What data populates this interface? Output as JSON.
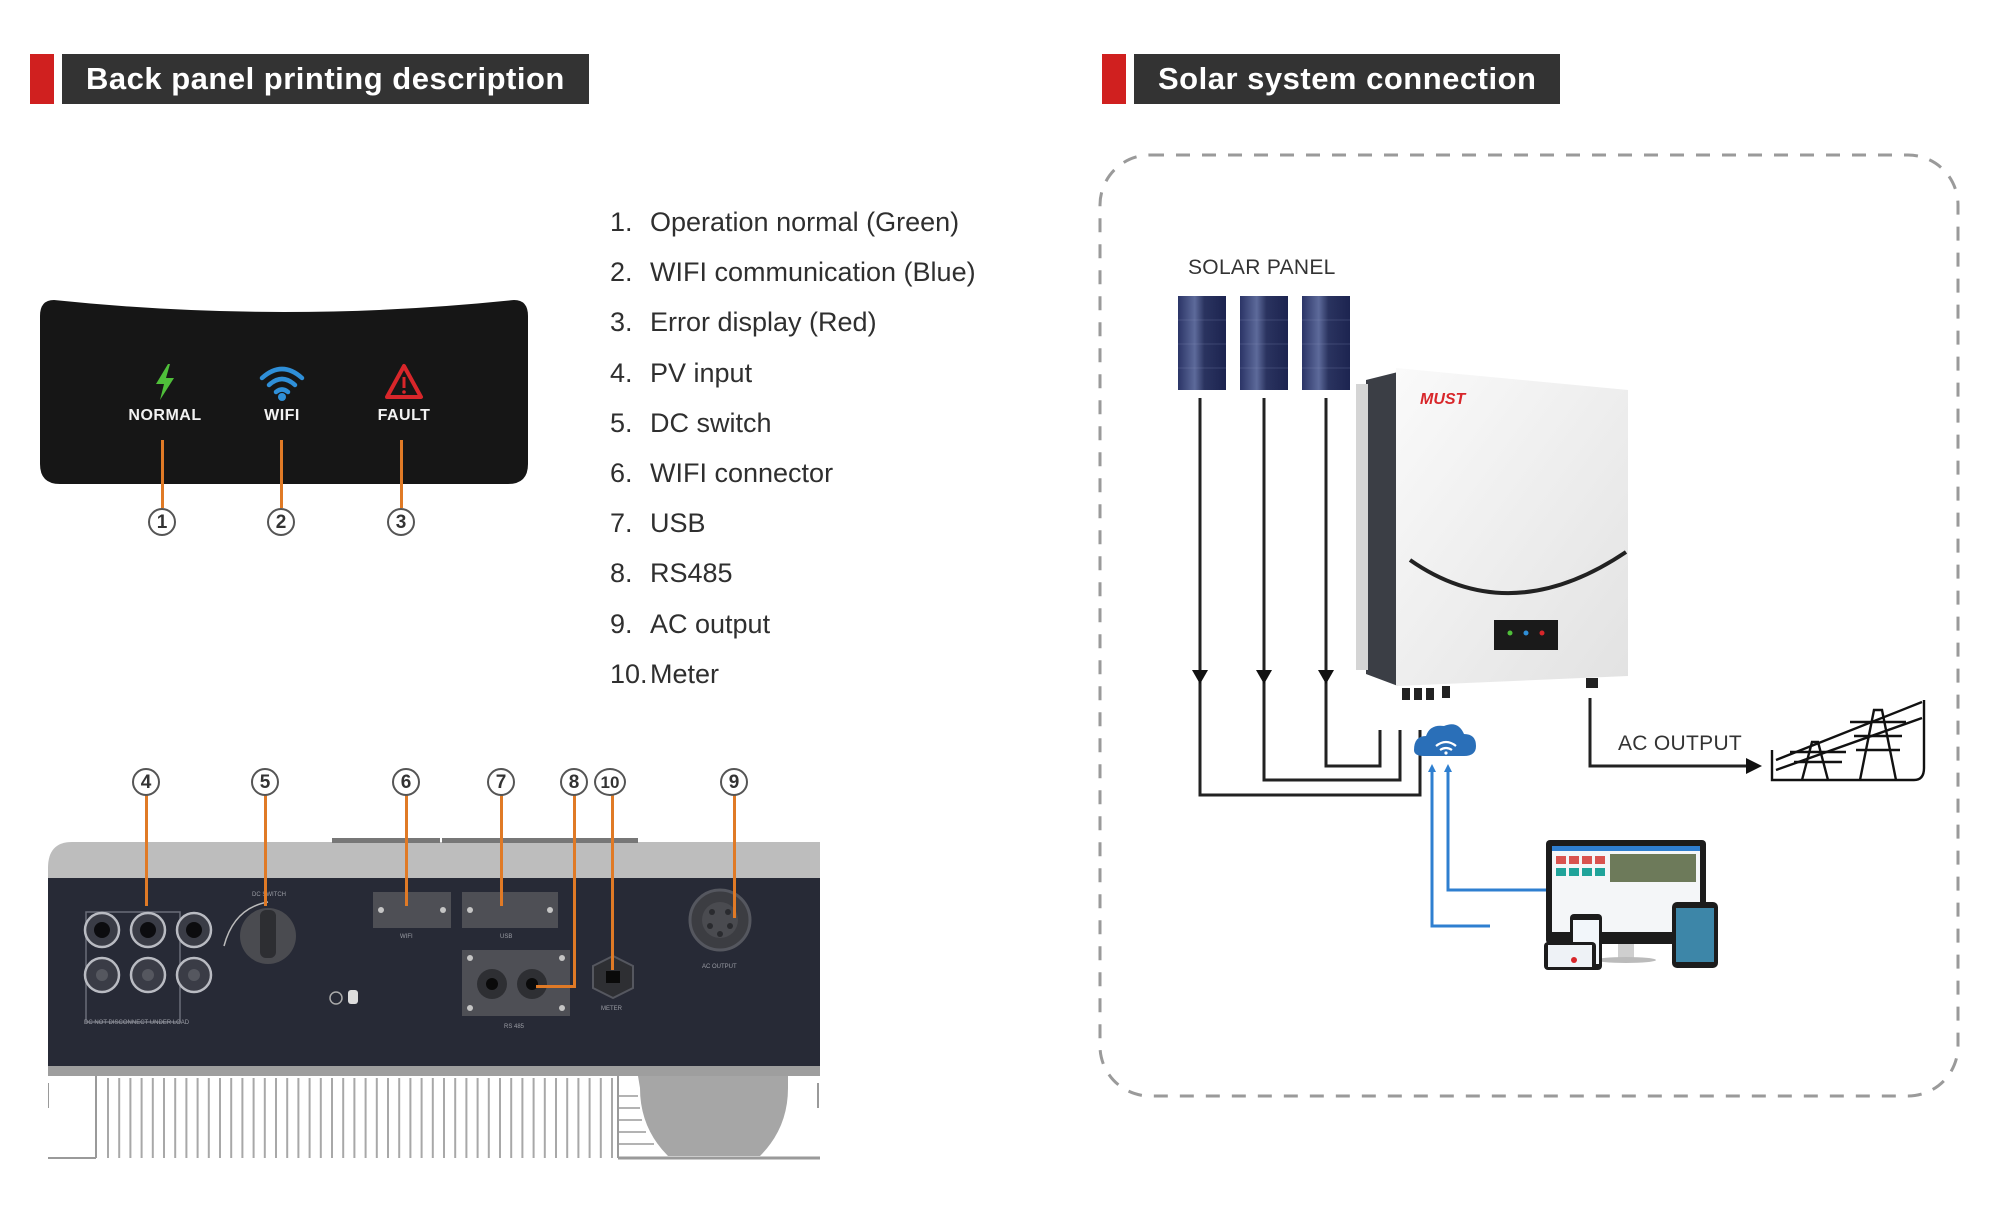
{
  "left_section": {
    "title": "Back panel printing description",
    "led_panel": {
      "indicators": [
        {
          "label": "NORMAL",
          "icon": "lightning-bolt-icon",
          "color": "#4fbf3a",
          "callout": "1"
        },
        {
          "label": "WIFI",
          "icon": "wifi-icon",
          "color": "#2f8fd8",
          "callout": "2"
        },
        {
          "label": "FAULT",
          "icon": "warning-triangle-icon",
          "color": "#d8262a",
          "callout": "3"
        }
      ]
    },
    "legend": [
      {
        "num": "1.",
        "text": "Operation normal (Green)"
      },
      {
        "num": "2.",
        "text": "WIFI communication (Blue)"
      },
      {
        "num": "3.",
        "text": "Error display (Red)"
      },
      {
        "num": "4.",
        "text": "PV input"
      },
      {
        "num": "5.",
        "text": "DC switch"
      },
      {
        "num": "6.",
        "text": "WIFI connector"
      },
      {
        "num": "7.",
        "text": "USB"
      },
      {
        "num": "8.",
        "text": "RS485"
      },
      {
        "num": "9.",
        "text": "AC output"
      },
      {
        "num": "10.",
        "text": "Meter"
      }
    ],
    "back_panel_callouts": [
      "4",
      "5",
      "6",
      "7",
      "8",
      "10",
      "9"
    ]
  },
  "right_section": {
    "title": "Solar system connection",
    "solar_panel_label": "SOLAR PANEL",
    "inverter_brand": "MUST",
    "ac_output_label": "AC OUTPUT"
  },
  "colors": {
    "accent_red": "#d0201f",
    "header_bg": "#333333",
    "callout_orange": "#e07a26",
    "link_blue": "#2f7fd0"
  }
}
